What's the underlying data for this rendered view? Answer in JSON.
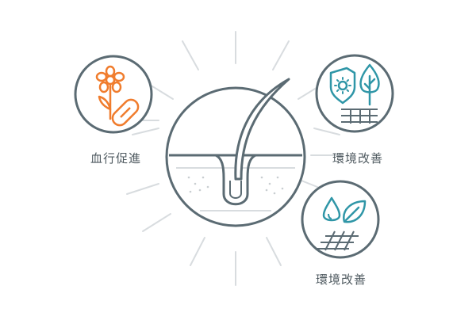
{
  "labels": {
    "left": "血行促進",
    "right": "環境改善",
    "bottom": "環境改善"
  },
  "colors": {
    "outline": "#5b6b73",
    "accent_orange": "#f07c2d",
    "accent_teal": "#2f96a7",
    "rays": "#d8dcdf",
    "text": "#4f5a60",
    "dots": "#c9ced1"
  },
  "icons": {
    "left": [
      "flower-icon",
      "capsule-icon"
    ],
    "right": [
      "shield-sun-icon",
      "tree-leaf-icon",
      "grid-ground-icon"
    ],
    "bottom": [
      "water-drop-icon",
      "leaf-icon",
      "tilted-grid-icon"
    ],
    "center": [
      "hair-follicle-icon"
    ]
  }
}
